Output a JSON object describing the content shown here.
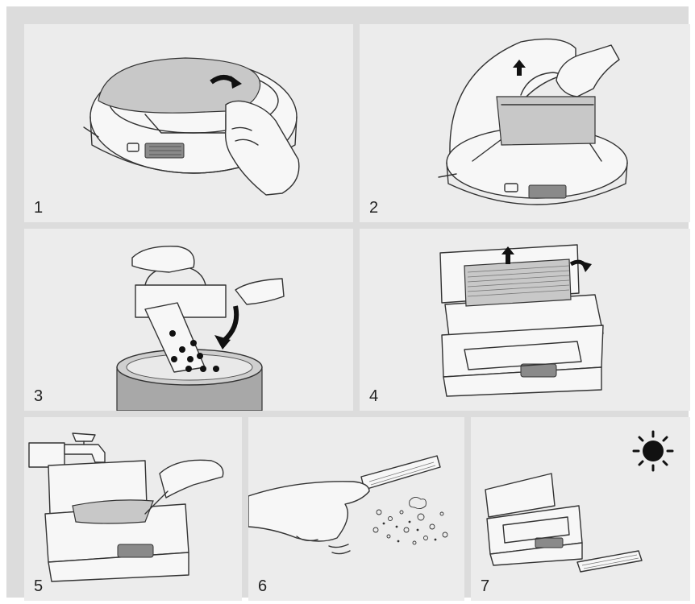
{
  "steps": [
    {
      "number": "1"
    },
    {
      "number": "2"
    },
    {
      "number": "3"
    },
    {
      "number": "4"
    },
    {
      "number": "5"
    },
    {
      "number": "6"
    },
    {
      "number": "7"
    }
  ],
  "colors": {
    "frame": "#dcdcdc",
    "panel": "#ececec",
    "line": "#333333",
    "accent_dark": "#111111",
    "bin_gray": "#a8a8a8"
  },
  "icons": [
    "curved-arrow-icon",
    "up-arrow-icon",
    "water-tap-icon",
    "sun-icon",
    "dust-particles-icon"
  ]
}
